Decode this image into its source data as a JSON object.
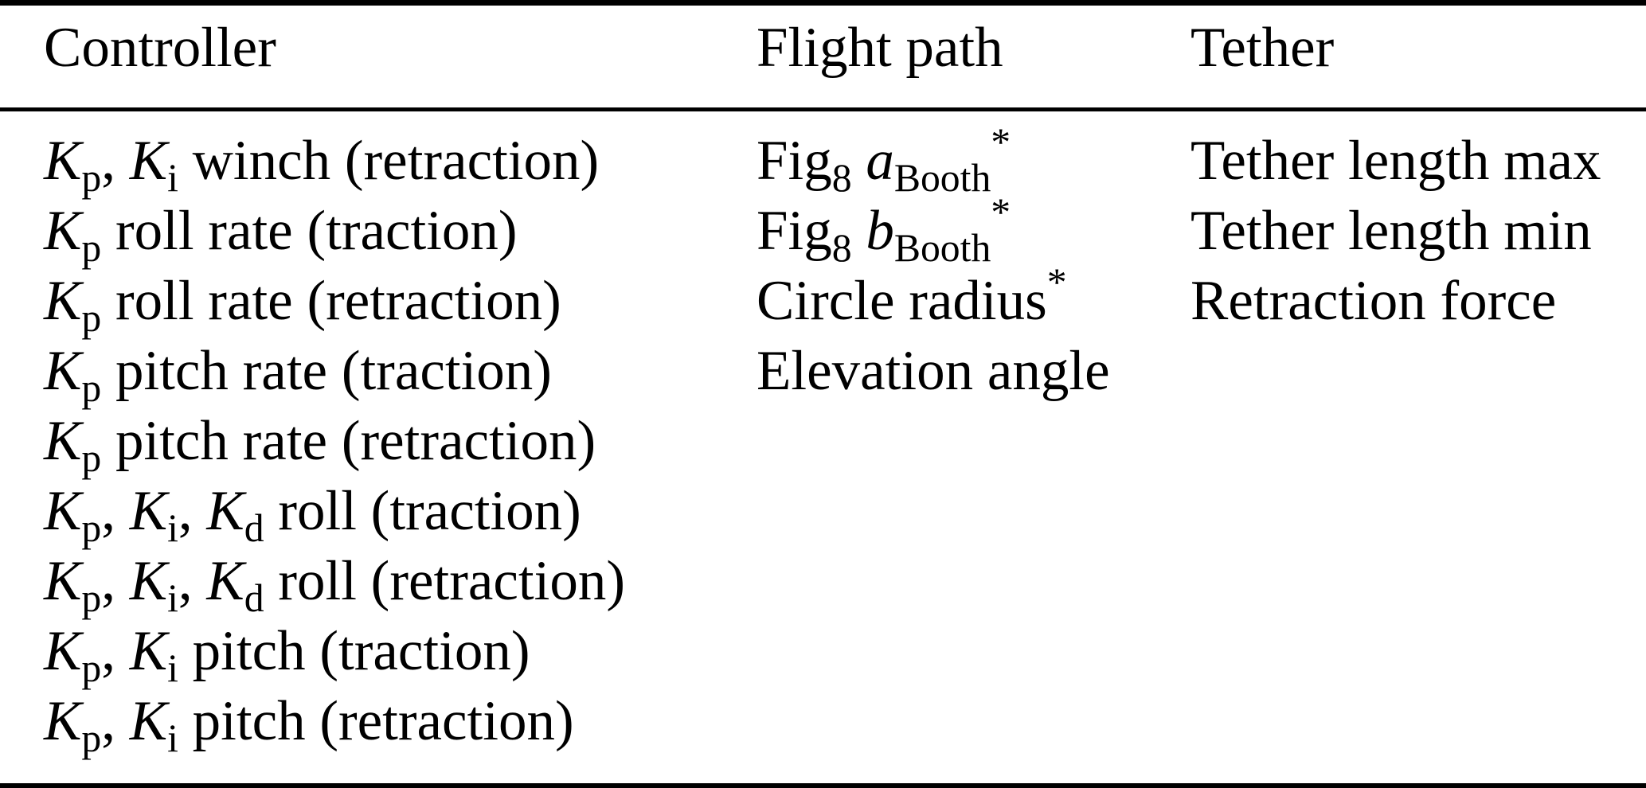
{
  "colors": {
    "background": "#ffffff",
    "text": "#000000",
    "rule": "#000000"
  },
  "table": {
    "headers": [
      "Controller",
      "Flight path",
      "Tether"
    ],
    "rows": [
      [
        [
          [
            "italic",
            "K"
          ],
          [
            "sub",
            "p"
          ],
          [
            "normal",
            ", "
          ],
          [
            "italic",
            "K"
          ],
          [
            "sub",
            "i"
          ],
          [
            "normal",
            " winch (retraction)"
          ]
        ],
        [
          [
            "normal",
            "Fig"
          ],
          [
            "sub",
            "8"
          ],
          [
            "normal",
            " "
          ],
          [
            "italic",
            "a"
          ],
          [
            "sub",
            "Booth"
          ],
          [
            "sup",
            "*"
          ]
        ],
        [
          [
            "normal",
            "Tether length max"
          ]
        ]
      ],
      [
        [
          [
            "italic",
            "K"
          ],
          [
            "sub",
            "p"
          ],
          [
            "normal",
            " roll rate (traction)"
          ]
        ],
        [
          [
            "normal",
            "Fig"
          ],
          [
            "sub",
            "8"
          ],
          [
            "normal",
            " "
          ],
          [
            "italic",
            "b"
          ],
          [
            "sub",
            "Booth"
          ],
          [
            "sup",
            "*"
          ]
        ],
        [
          [
            "normal",
            "Tether length min"
          ]
        ]
      ],
      [
        [
          [
            "italic",
            "K"
          ],
          [
            "sub",
            "p"
          ],
          [
            "normal",
            " roll rate (retraction)"
          ]
        ],
        [
          [
            "normal",
            "Circle radius"
          ],
          [
            "sup",
            "*"
          ]
        ],
        [
          [
            "normal",
            "Retraction force"
          ]
        ]
      ],
      [
        [
          [
            "italic",
            "K"
          ],
          [
            "sub",
            "p"
          ],
          [
            "normal",
            " pitch rate (traction)"
          ]
        ],
        [
          [
            "normal",
            "Elevation angle"
          ]
        ],
        []
      ],
      [
        [
          [
            "italic",
            "K"
          ],
          [
            "sub",
            "p"
          ],
          [
            "normal",
            " pitch rate (retraction)"
          ]
        ],
        [],
        []
      ],
      [
        [
          [
            "italic",
            "K"
          ],
          [
            "sub",
            "p"
          ],
          [
            "normal",
            ", "
          ],
          [
            "italic",
            "K"
          ],
          [
            "sub",
            "i"
          ],
          [
            "normal",
            ", "
          ],
          [
            "italic",
            "K"
          ],
          [
            "sub",
            "d"
          ],
          [
            "normal",
            " roll (traction)"
          ]
        ],
        [],
        []
      ],
      [
        [
          [
            "italic",
            "K"
          ],
          [
            "sub",
            "p"
          ],
          [
            "normal",
            ", "
          ],
          [
            "italic",
            "K"
          ],
          [
            "sub",
            "i"
          ],
          [
            "normal",
            ", "
          ],
          [
            "italic",
            "K"
          ],
          [
            "sub",
            "d"
          ],
          [
            "normal",
            " roll (retraction)"
          ]
        ],
        [],
        []
      ],
      [
        [
          [
            "italic",
            "K"
          ],
          [
            "sub",
            "p"
          ],
          [
            "normal",
            ", "
          ],
          [
            "italic",
            "K"
          ],
          [
            "sub",
            "i"
          ],
          [
            "normal",
            " pitch (traction)"
          ]
        ],
        [],
        []
      ],
      [
        [
          [
            "italic",
            "K"
          ],
          [
            "sub",
            "p"
          ],
          [
            "normal",
            ", "
          ],
          [
            "italic",
            "K"
          ],
          [
            "sub",
            "i"
          ],
          [
            "normal",
            " pitch (retraction)"
          ]
        ],
        [],
        []
      ]
    ]
  }
}
